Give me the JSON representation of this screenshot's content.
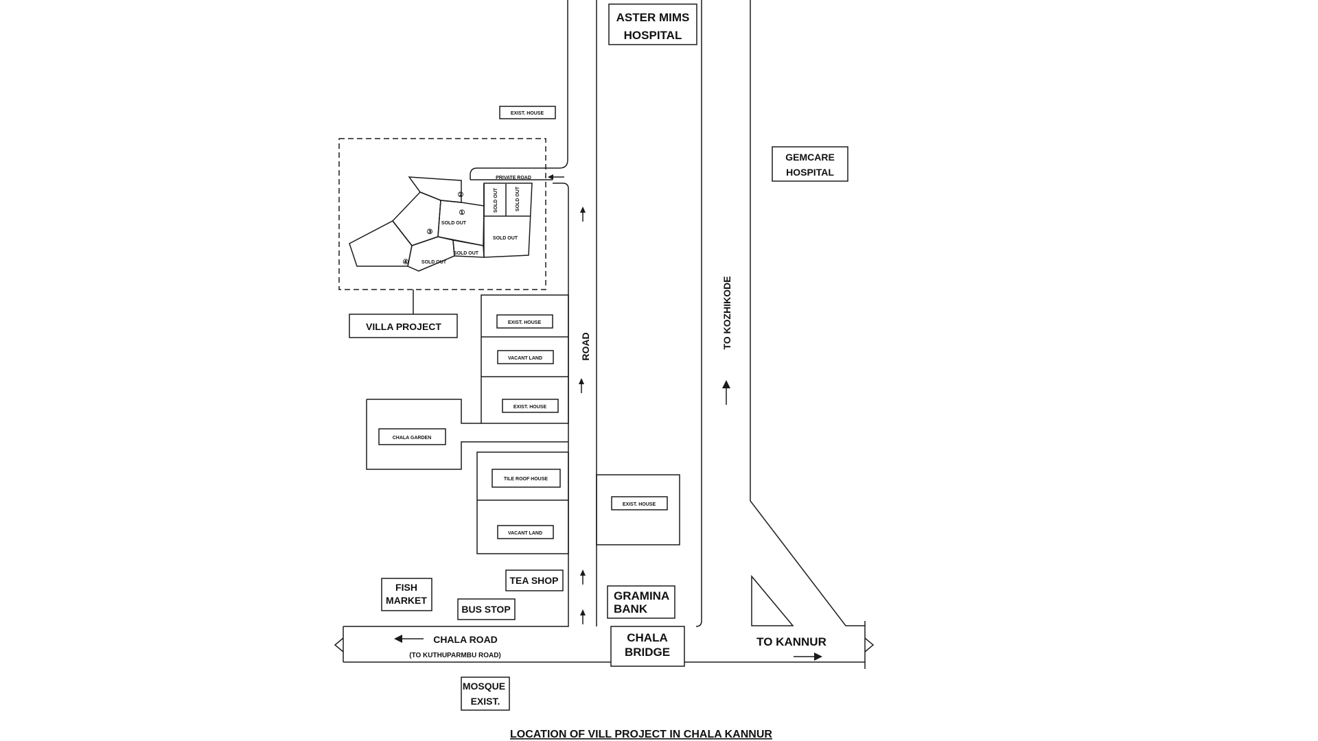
{
  "title": "LOCATION OF VILL PROJECT IN CHALA KANNUR",
  "colors": {
    "line": "#1a1a1a",
    "background": "#ffffff",
    "text": "#111111"
  },
  "landmarks": {
    "aster_mims_line1": "ASTER MIMS",
    "aster_mims_line2": "HOSPITAL",
    "gemcare_line1": "GEMCARE",
    "gemcare_line2": "HOSPITAL",
    "villa_project": "VILLA PROJECT",
    "private_road": "PRIVATE ROAD",
    "chala_garden": "CHALA GARDEN",
    "tea_shop": "TEA SHOP",
    "fish_market_line1": "FISH",
    "fish_market_line2": "MARKET",
    "bus_stop": "BUS STOP",
    "gramina_line1": "GRAMINA",
    "gramina_line2": "BANK",
    "chala_bridge_line1": "CHALA",
    "chala_bridge_line2": "BRIDGE",
    "mosque_line1": "MOSQUE",
    "mosque_line2": "EXIST."
  },
  "houses": {
    "exist_house": "EXIST. HOUSE",
    "vacant_land": "VACANT LAND",
    "tile_roof_house": "TILE ROOF HOUSE"
  },
  "roads": {
    "road": "ROAD",
    "to_kozhikode": "TO KOZHIKODE",
    "to_kannur": "TO KANNUR",
    "chala_road": "CHALA  ROAD",
    "chala_road_sub": "(TO KUTHUPARMBU ROAD)"
  },
  "plots": {
    "sold_out": "SOLD OUT",
    "numbers": [
      "①",
      "②",
      "③",
      "④"
    ]
  }
}
